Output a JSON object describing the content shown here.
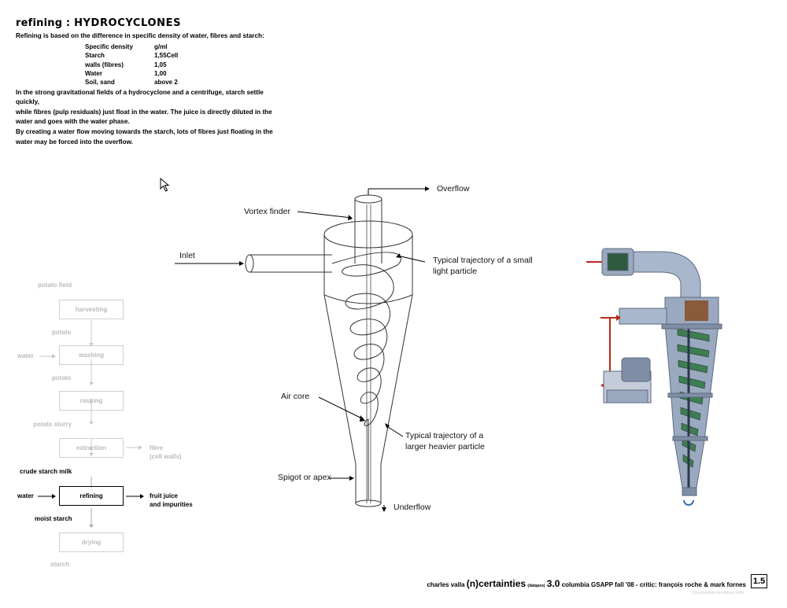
{
  "header": {
    "title_prefix": "refining : ",
    "title_highlight": "HYDROCYCLONES",
    "intro": "Refining is based on the difference in specific density of water, fibres and starch:",
    "density_table": {
      "head": [
        "Specific density",
        "g/ml"
      ],
      "rows": [
        [
          "Starch",
          "1,55Cell"
        ],
        [
          "walls (fibres)",
          "1,05"
        ],
        [
          "Water",
          "1,00"
        ],
        [
          "Soil, sand",
          "above 2"
        ]
      ]
    },
    "paragraph_lines": [
      "In the strong gravitational fields of a hydrocyclone and a centrifuge, starch settle quickly,",
      "while fibres (pulp residuals) just float in the water. The juice is directly diluted in the",
      "water and goes with the water phase.",
      "By creating a water flow moving towards the starch, lots of fibres just floating in the",
      "water may be forced into the overflow."
    ]
  },
  "flow": {
    "potato_field": "potato field",
    "harvesting": "harvesting",
    "potato_1": "potato",
    "water_in_1": "water",
    "washing": "washing",
    "potato_2": "potato",
    "rasping": "rasping",
    "potato_slurry": "potato slurry",
    "extraction": "extraction",
    "fibre": "fibre",
    "cell_walls": "(cell walls)",
    "crude_starch_milk": "crude starch milk",
    "water_in_2": "water",
    "refining": "refining",
    "fruit_juice": "fruit juice",
    "impurities": "and impurities",
    "moist_starch": "moist starch",
    "drying": "drying",
    "starch": "starch"
  },
  "diagram": {
    "overflow": "Overflow",
    "vortex_finder": "Vortex finder",
    "inlet": "Inlet",
    "small_particle_1": "Typical trajectory of a small",
    "small_particle_2": "light particle",
    "air_core": "Air core",
    "large_particle_1": "Typical trajectory of a",
    "large_particle_2": "larger heavier particle",
    "spigot": "Spigot or apex",
    "underflow": "Underflow"
  },
  "footer": {
    "author": "charles valla",
    "n_paren": "(n)",
    "certainties": "certainties",
    "tag": "(datapes)",
    "version": "3.0",
    "course": "columbia GSAPP fall '08 - critic: françois roche & mark fornes",
    "page": "1.5",
    "url": "(n)certainties.wordpress.com/"
  },
  "colors": {
    "metal_body": "#9aa9c0",
    "metal_dark": "#5d6a80",
    "feed_arrow": "#b52a1a",
    "spiral_green": "#3f7d52",
    "copper": "#8a5a3a",
    "greyed_flow": "#bbbbbb"
  }
}
